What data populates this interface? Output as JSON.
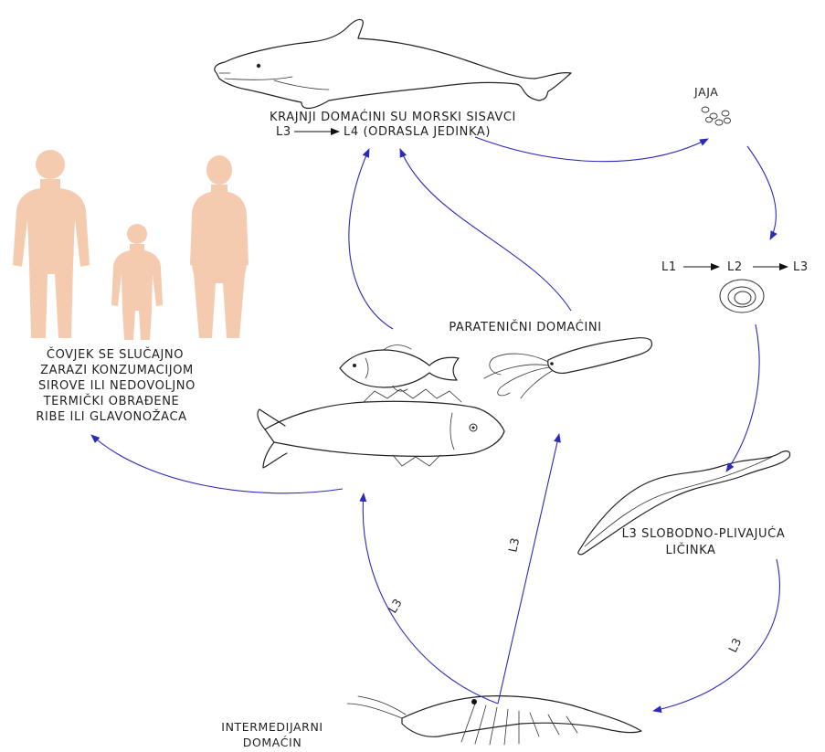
{
  "definitive_host": {
    "line1": "KRAJNJI DOMAĆINI SU MORSKI SISAVCI",
    "line2_left": "L3",
    "line2_right": "L4 (ODRASLA JEDINKA)"
  },
  "eggs": {
    "label": "JAJA"
  },
  "larval_stages": {
    "l1": "L1",
    "l2": "L2",
    "l3": "L3"
  },
  "free_larva": {
    "line1": "L3 SLOBODNO-PLIVAJUĆA",
    "line2": "LIČINKA"
  },
  "intermediate_host": {
    "line1": "INTERMEDIJARNI",
    "line2": "DOMAĆIN"
  },
  "paratenic_hosts": {
    "label": "PARATENIČNI DOMAĆINI"
  },
  "human_infection": {
    "lines": [
      "ČOVJEK SE SLUČAJNO",
      "ZARAZI KONZUMACIJOM",
      "SIROVE ILI NEDOVOLJNO",
      "TERMIČKI OBRAĐENE",
      "RIBE ILI GLAVONOŽACA"
    ]
  },
  "arrow_labels": {
    "to_free_larva_down": "L3",
    "to_fish_left": "L3",
    "to_fish_right": "L3"
  },
  "colors": {
    "arrow": "#2b2bb8",
    "human_silhouette": "#f5cbb0",
    "text": "#222222"
  }
}
